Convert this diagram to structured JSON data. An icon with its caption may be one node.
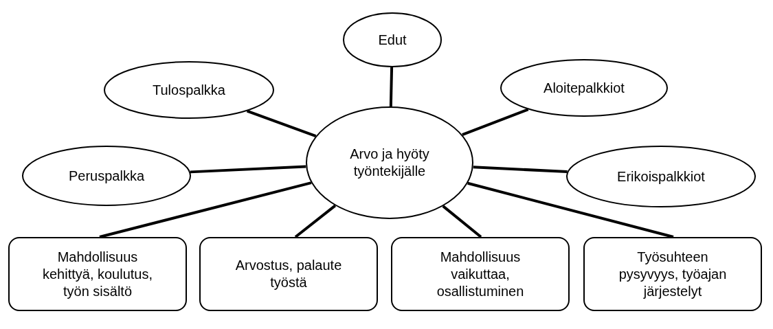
{
  "diagram": {
    "nodes": [
      {
        "text": [
          "Edut"
        ]
      },
      {
        "text": [
          "Tulospalkka"
        ]
      },
      {
        "text": [
          "Aloitepalkkiot"
        ]
      },
      {
        "text": [
          "Arvo ja hyöty työntekijälle"
        ]
      },
      {
        "text": [
          "Peruspalkka"
        ]
      },
      {
        "text": [
          "Erikoispalkkiot"
        ]
      },
      {
        "text": [
          "Mahdollisuus kehittyä, koulutus, työn sisältö"
        ]
      },
      {
        "text": [
          "Arvostus, palaute työstä"
        ]
      },
      {
        "text": [
          "Mahdollisuus vaikuttaa, osallistuminen"
        ]
      },
      {
        "text": [
          "Työsuhteen pysyvyys, työajan järjestelyt"
        ]
      }
    ],
    "edges": [
      {
        "from": 3,
        "to": 0,
        "arrow": "none"
      },
      {
        "from": 3,
        "to": 1,
        "arrow": "none"
      },
      {
        "from": 3,
        "to": 2,
        "arrow": "none"
      },
      {
        "from": 3,
        "to": 4,
        "arrow": "none"
      },
      {
        "from": 3,
        "to": 5,
        "arrow": "none"
      },
      {
        "from": 3,
        "to": 6,
        "arrow": "none"
      },
      {
        "from": 3,
        "to": 7,
        "arrow": "none"
      },
      {
        "from": 3,
        "to": 8,
        "arrow": "none"
      },
      {
        "from": 3,
        "to": 9,
        "arrow": "none"
      }
    ]
  }
}
